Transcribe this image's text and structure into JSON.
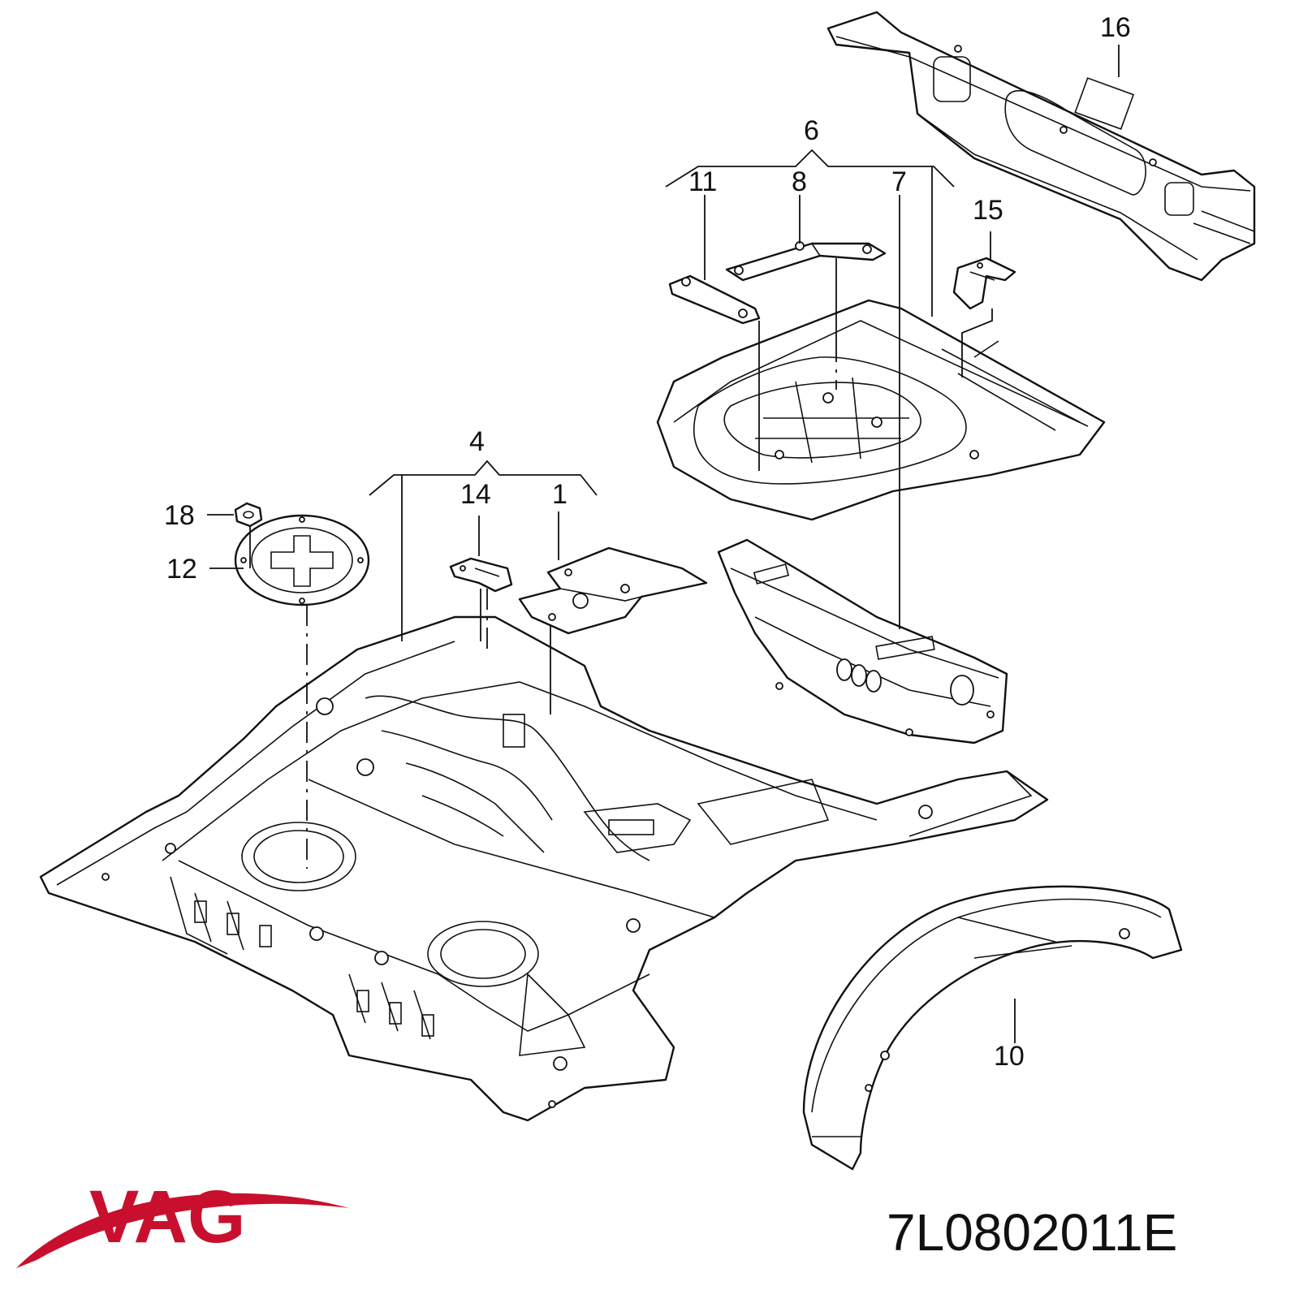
{
  "callouts": {
    "c1": "1",
    "c4": "4",
    "c6": "6",
    "c7": "7",
    "c8": "8",
    "c10": "10",
    "c11": "11",
    "c12": "12",
    "c14": "14",
    "c15": "15",
    "c16": "16",
    "c18": "18"
  },
  "part_number": "7L0802011E",
  "logo": {
    "text": "VAG",
    "color": "#c8102e"
  }
}
